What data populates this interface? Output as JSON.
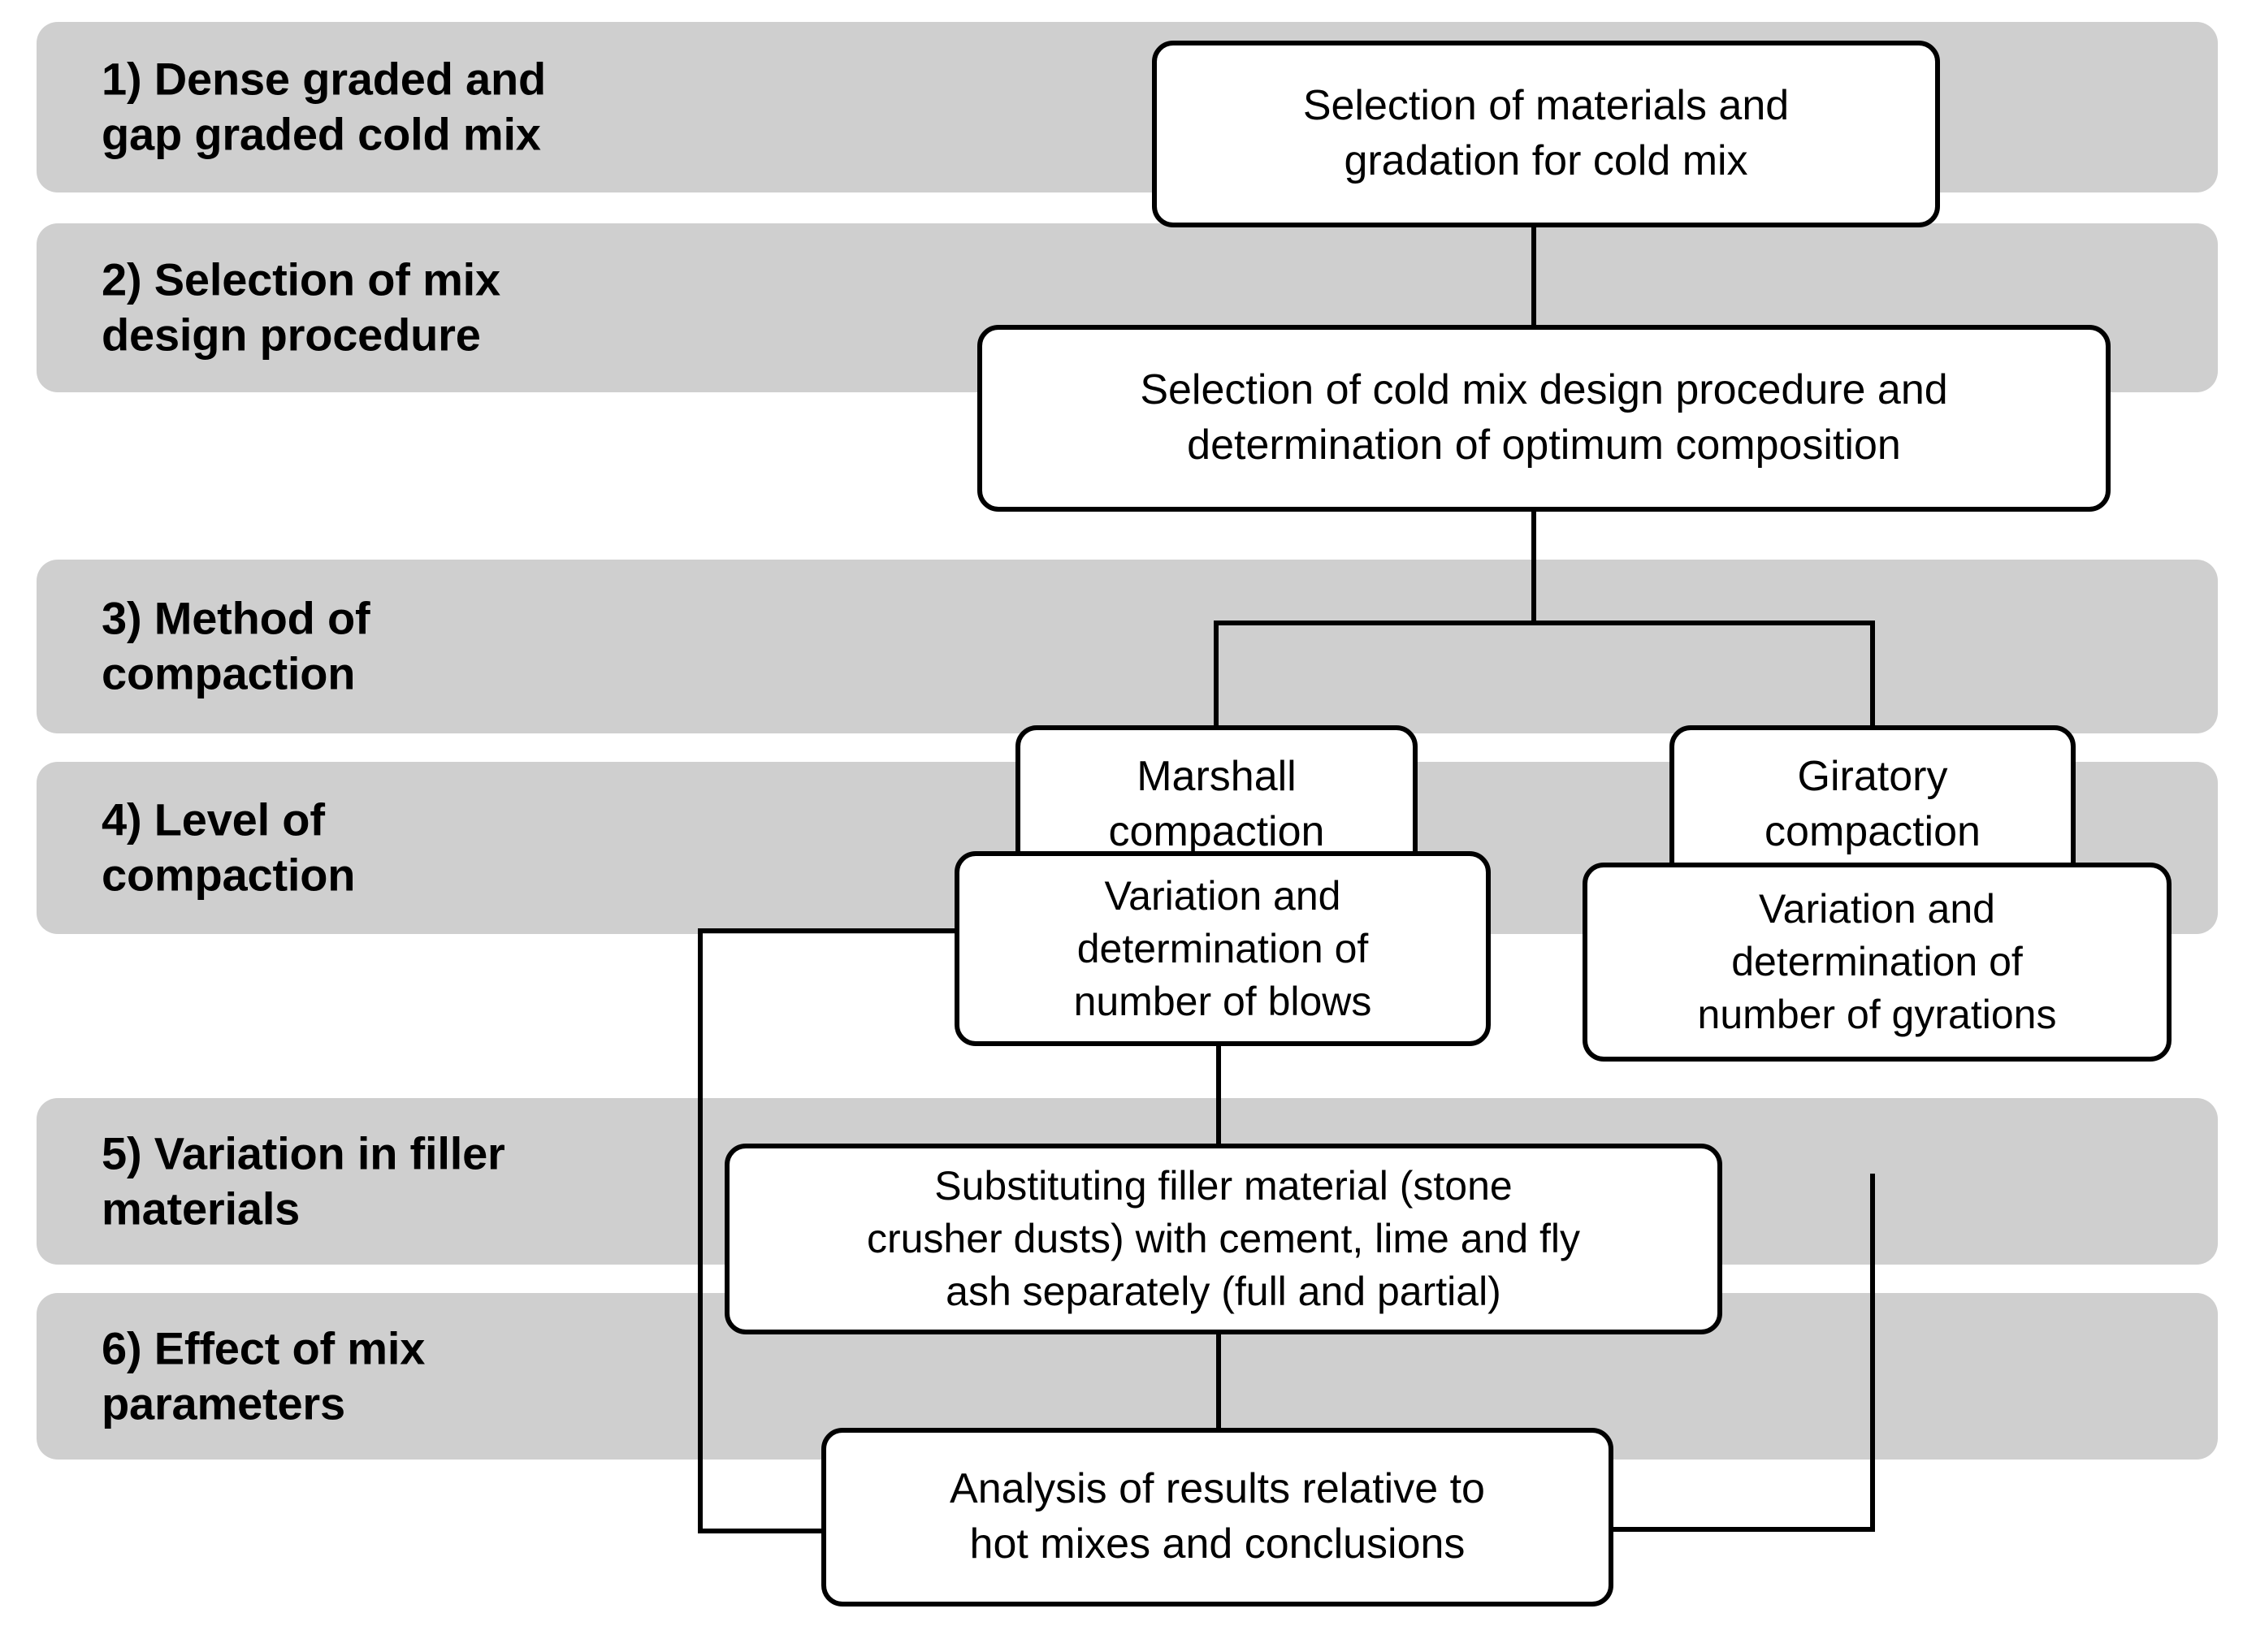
{
  "diagram": {
    "title": "Cold mix design experimental program flowchart",
    "colors": {
      "band_fill": "#cfcfcf",
      "node_fill": "#ffffff",
      "stroke": "#000000",
      "page_background": "#ffffff"
    }
  },
  "stages": [
    {
      "id": "stage-1",
      "label": "1) Dense graded and\ngap graded cold mix"
    },
    {
      "id": "stage-2",
      "label": "2) Selection of mix\ndesign procedure"
    },
    {
      "id": "stage-3",
      "label": "3) Method of\ncompaction"
    },
    {
      "id": "stage-4",
      "label": "4) Level of\ncompaction"
    },
    {
      "id": "stage-5",
      "label": "5) Variation in filler\nmaterials"
    },
    {
      "id": "stage-6",
      "label": "6) Effect of mix\nparameters"
    }
  ],
  "nodes": [
    {
      "id": "node-materials",
      "text": "Selection of materials and\ngradation for cold mix"
    },
    {
      "id": "node-procedure",
      "text": "Selection of cold mix design procedure and\ndetermination of optimum composition"
    },
    {
      "id": "node-marshall",
      "text": "Marshall\ncompaction"
    },
    {
      "id": "node-giratory",
      "text": "Giratory\ncompaction"
    },
    {
      "id": "node-blows",
      "text": "Variation and\ndetermination of\nnumber of blows"
    },
    {
      "id": "node-gyrations",
      "text": "Variation and\ndetermination of\nnumber of gyrations"
    },
    {
      "id": "node-filler",
      "text": "Substituting filler material (stone\ncrusher dusts) with cement, lime and fly\nash separately (full and partial)"
    },
    {
      "id": "node-analysis",
      "text": "Analysis of results relative to\nhot mixes and conclusions"
    }
  ],
  "connections": [
    {
      "from": "node-materials",
      "to": "node-procedure"
    },
    {
      "from": "node-procedure",
      "to": "node-marshall"
    },
    {
      "from": "node-procedure",
      "to": "node-giratory"
    },
    {
      "from": "node-marshall",
      "to": "node-blows"
    },
    {
      "from": "node-giratory",
      "to": "node-gyrations"
    },
    {
      "from": "node-blows",
      "to": "node-filler"
    },
    {
      "from": "node-filler",
      "to": "node-analysis"
    },
    {
      "from": "node-blows",
      "to": "node-analysis"
    },
    {
      "from": "node-gyrations",
      "to": "node-analysis"
    }
  ]
}
